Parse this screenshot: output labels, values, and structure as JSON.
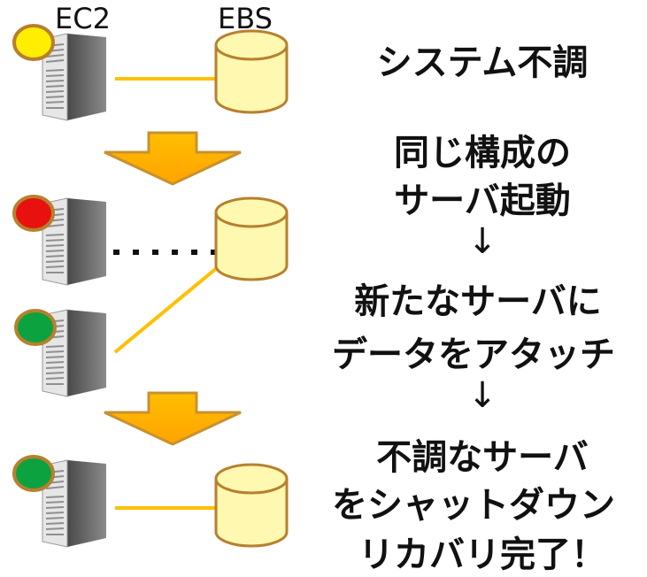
{
  "labels": {
    "ec2": "EC2",
    "ebs": "EBS"
  },
  "steps": {
    "s1": "システム不調",
    "s2a": "同じ構成の",
    "s2b": "サーバ起動",
    "arrow1": "↓",
    "s3a": "新たなサーバに",
    "s3b": "データをアタッチ",
    "arrow2": "↓",
    "s4a": "不調なサーバ",
    "s4b": "をシャットダウン",
    "s5": "リカバリ完了！"
  },
  "status_colors": {
    "warning": "#ffee00",
    "error": "#e8110f",
    "ok": "#0ba23f"
  },
  "icons": {
    "server": "server-icon",
    "volume": "ebs-volume-icon",
    "arrow": "down-arrow-icon"
  }
}
